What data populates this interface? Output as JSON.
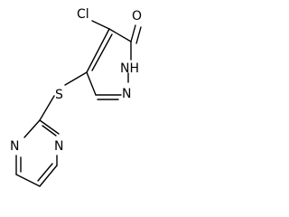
{
  "molecule": {
    "atoms": {
      "cl": "Cl",
      "o": "O",
      "nh": "NH",
      "n_pyridazine": "N",
      "s": "S",
      "n_pyrimidine_1": "N",
      "n_pyrimidine_2": "N"
    },
    "colors": {
      "bond": "#000000",
      "label": "#000000",
      "background": "#ffffff"
    }
  }
}
